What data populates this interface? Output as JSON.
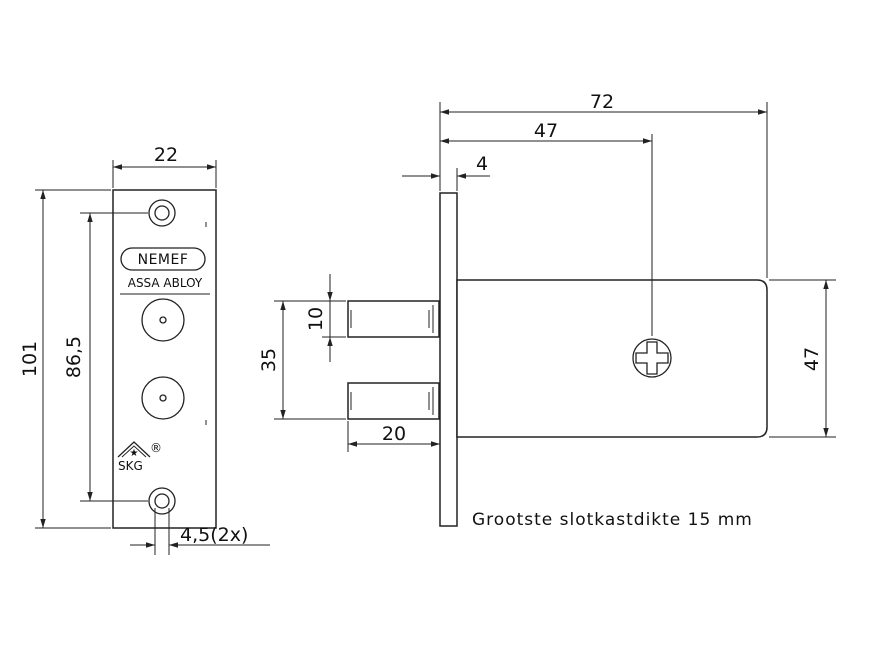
{
  "dimensions": {
    "plate_width": "22",
    "plate_height": "101",
    "hole_spacing": "86,5",
    "hole_diameter": "4,5(2x)",
    "total_depth": "72",
    "center_depth": "47",
    "plate_thickness": "4",
    "bolt_height": "10",
    "bolt_spacing": "35",
    "bolt_length": "20",
    "body_height": "47"
  },
  "branding": {
    "logo": "NEMEF",
    "company": "ASSA ABLOY",
    "certification": "SKG",
    "registered": "®"
  },
  "note": "Grootste slotkastdikte 15 mm"
}
